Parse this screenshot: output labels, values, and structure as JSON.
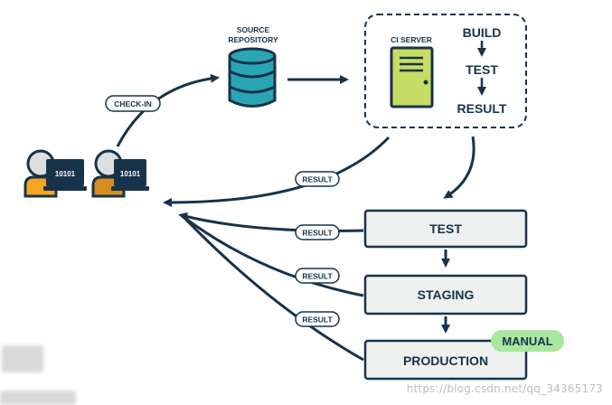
{
  "source_repo": {
    "line1": "SOURCE",
    "line2": "REPOSITORY"
  },
  "ci_server": {
    "label": "CI SERVER",
    "steps": [
      "BUILD",
      "TEST",
      "RESULT"
    ]
  },
  "pills": {
    "checkin": "CHECK-IN",
    "result": "RESULT"
  },
  "developers": [
    {
      "code": "10101",
      "shirt": "#f6a623"
    },
    {
      "code": "10101",
      "shirt": "#d48d1e"
    }
  ],
  "pipeline": [
    {
      "label": "TEST"
    },
    {
      "label": "STAGING"
    },
    {
      "label": "PRODUCTION"
    }
  ],
  "manual_badge": "MANUAL",
  "watermark": "https://blog.csdn.net/qq_34365173",
  "colors": {
    "navy": "#17334a",
    "database": "#29a5b6",
    "ci_server": "#c7dc63",
    "stage_fill": "#eff0f0",
    "manual": "#a9e6a0"
  }
}
